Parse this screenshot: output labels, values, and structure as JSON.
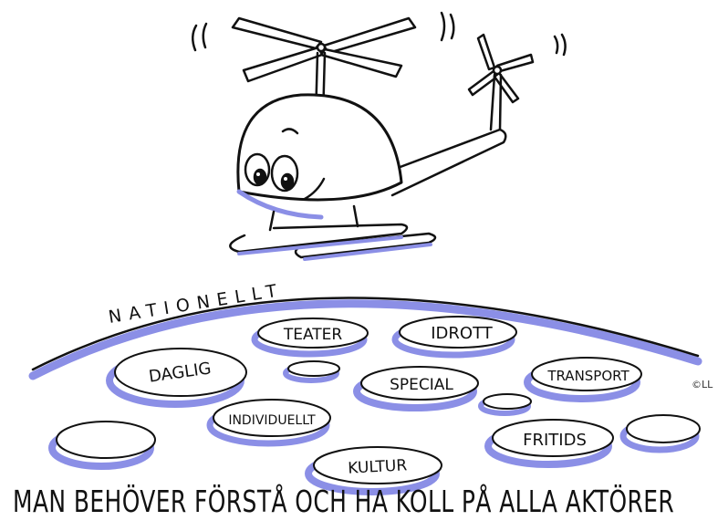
{
  "illustration": {
    "level_label": "NATIONELLT",
    "islands": [
      {
        "label": "TEATER"
      },
      {
        "label": "IDROTT"
      },
      {
        "label": "DAGLIG"
      },
      {
        "label": "SPECIAL"
      },
      {
        "label": "TRANSPORT"
      },
      {
        "label": "INDIVIDUELLT"
      },
      {
        "label": "FRITIDS"
      },
      {
        "label": "KULTUR"
      },
      {
        "label": ""
      },
      {
        "label": ""
      },
      {
        "label": ""
      },
      {
        "label": ""
      }
    ],
    "caption": "MAN BEHÖVER FÖRSTÅ OCH HA KOLL PÅ ALLA AKTÖRER",
    "credit": "©LL"
  },
  "colors": {
    "ink": "#111111",
    "shadow": "#8b8fe6",
    "background": "#ffffff"
  },
  "icons": [
    "helicopter-icon",
    "rotor-icon",
    "tail-rotor-icon"
  ]
}
